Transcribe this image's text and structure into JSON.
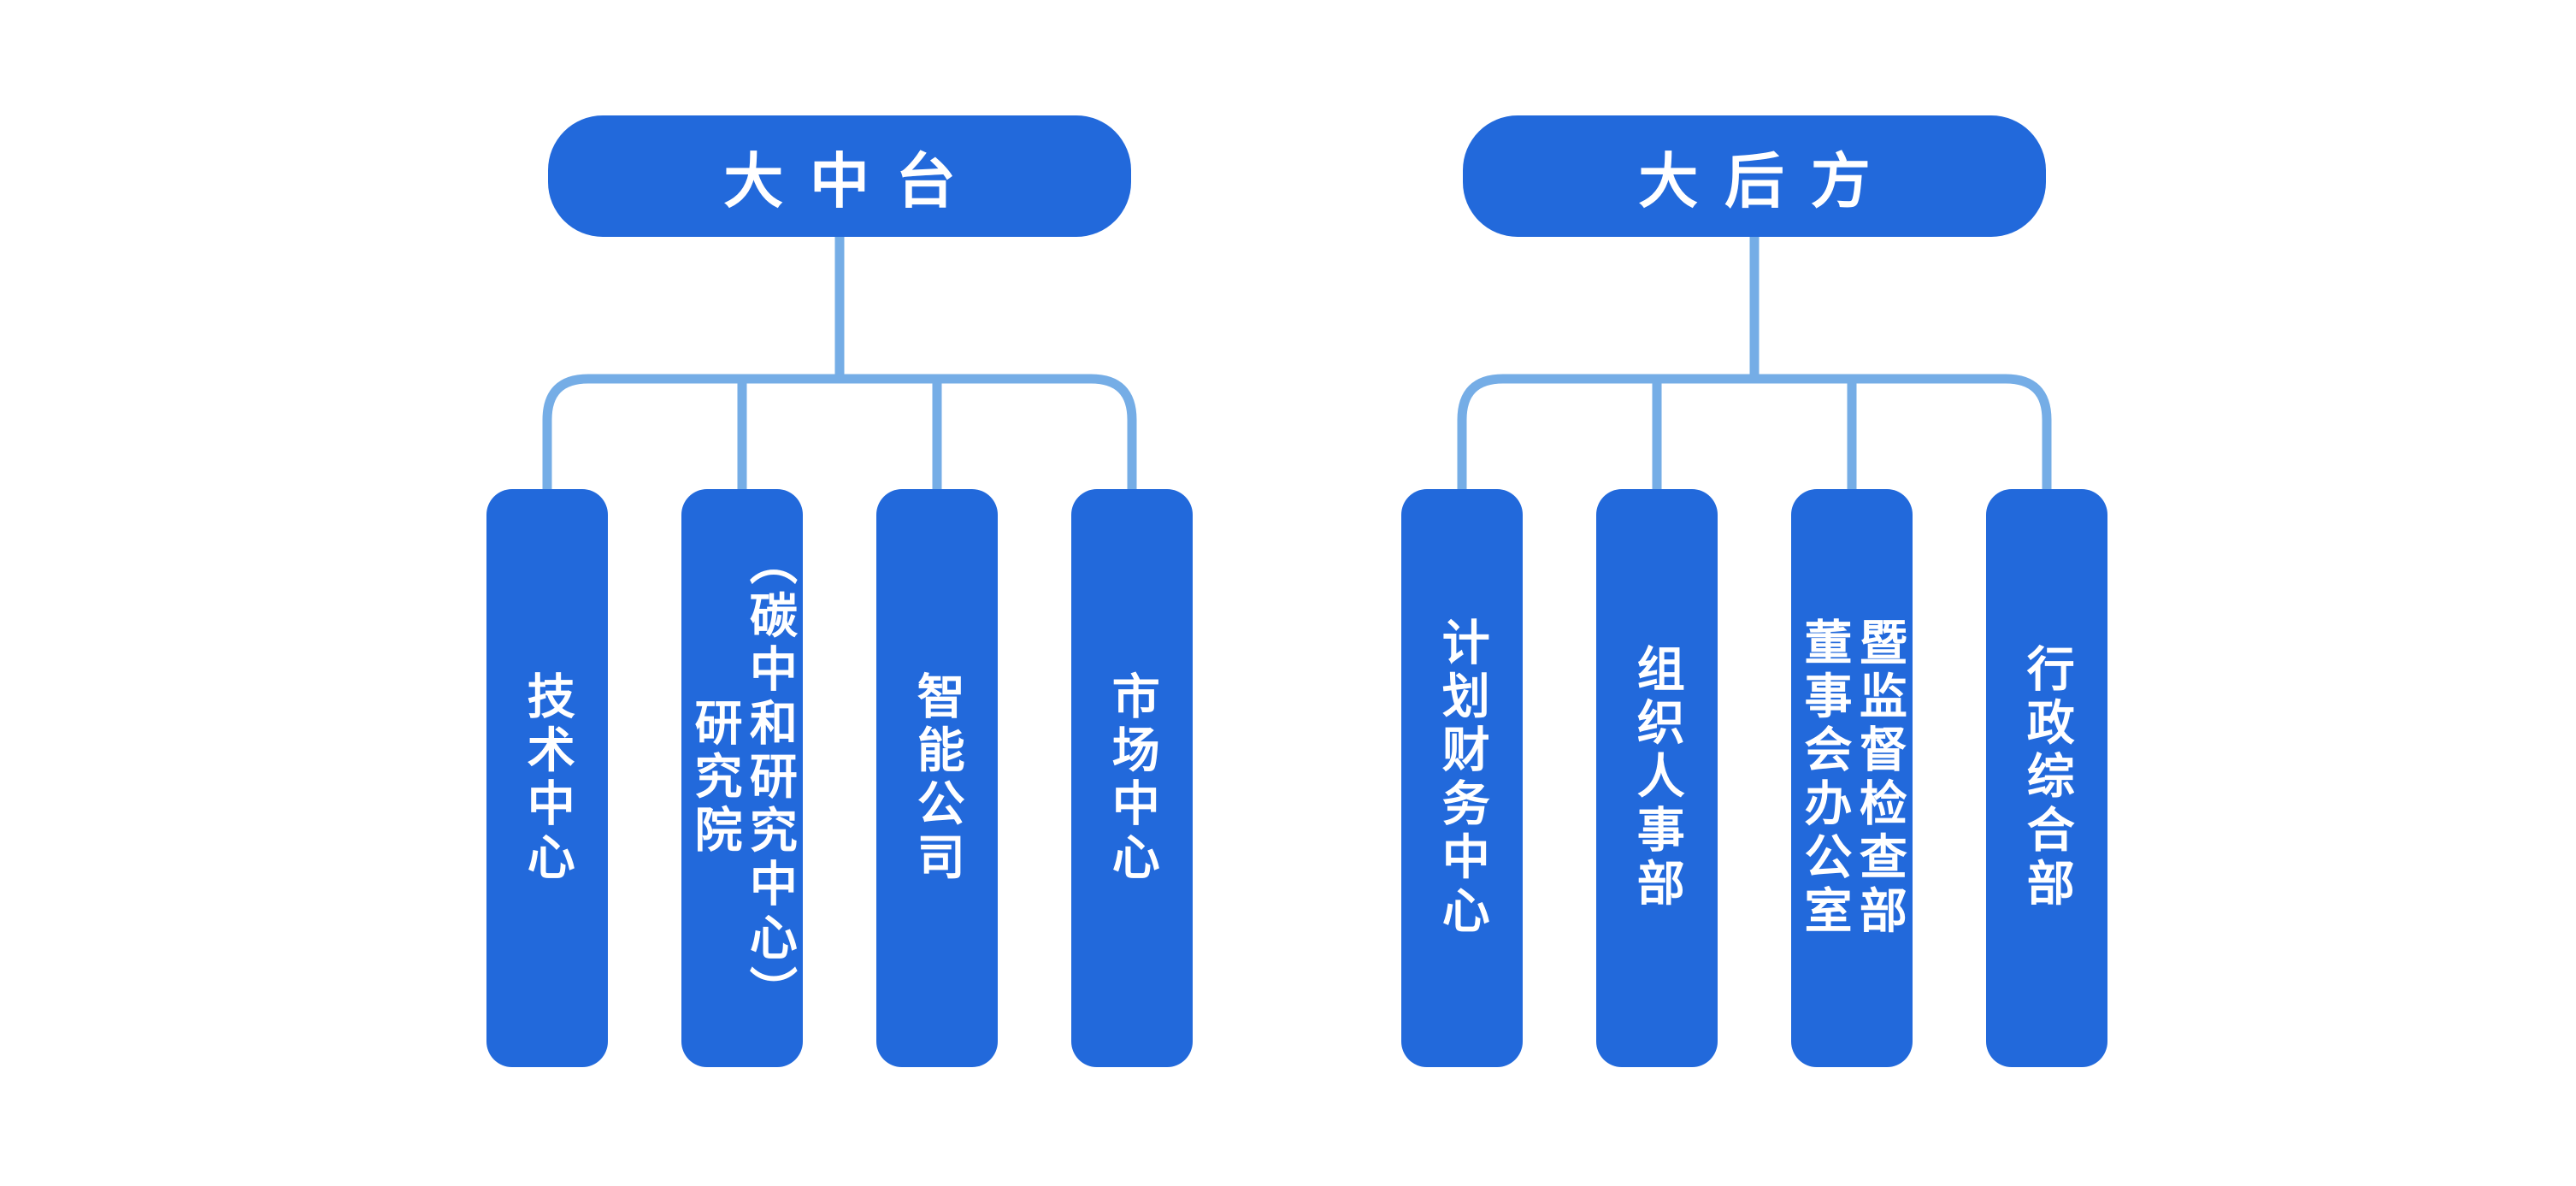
{
  "colors": {
    "node_fill": "#2269DB",
    "node_text": "#FFFFFF",
    "connector": "#75ADE6",
    "canvas_bg": "#FFFFFF"
  },
  "groups": [
    {
      "root": {
        "label": "大中台"
      },
      "children": [
        {
          "label": "技术中心"
        },
        {
          "label": "研究院\n（碳中和研究中心）"
        },
        {
          "label": "智能公司"
        },
        {
          "label": "市场中心"
        }
      ]
    },
    {
      "root": {
        "label": "大后方"
      },
      "children": [
        {
          "label": "计划财务中心"
        },
        {
          "label": "组织人事部"
        },
        {
          "label": "董事会办公室\n暨监督检查部"
        },
        {
          "label": "行政综合部"
        }
      ]
    }
  ]
}
